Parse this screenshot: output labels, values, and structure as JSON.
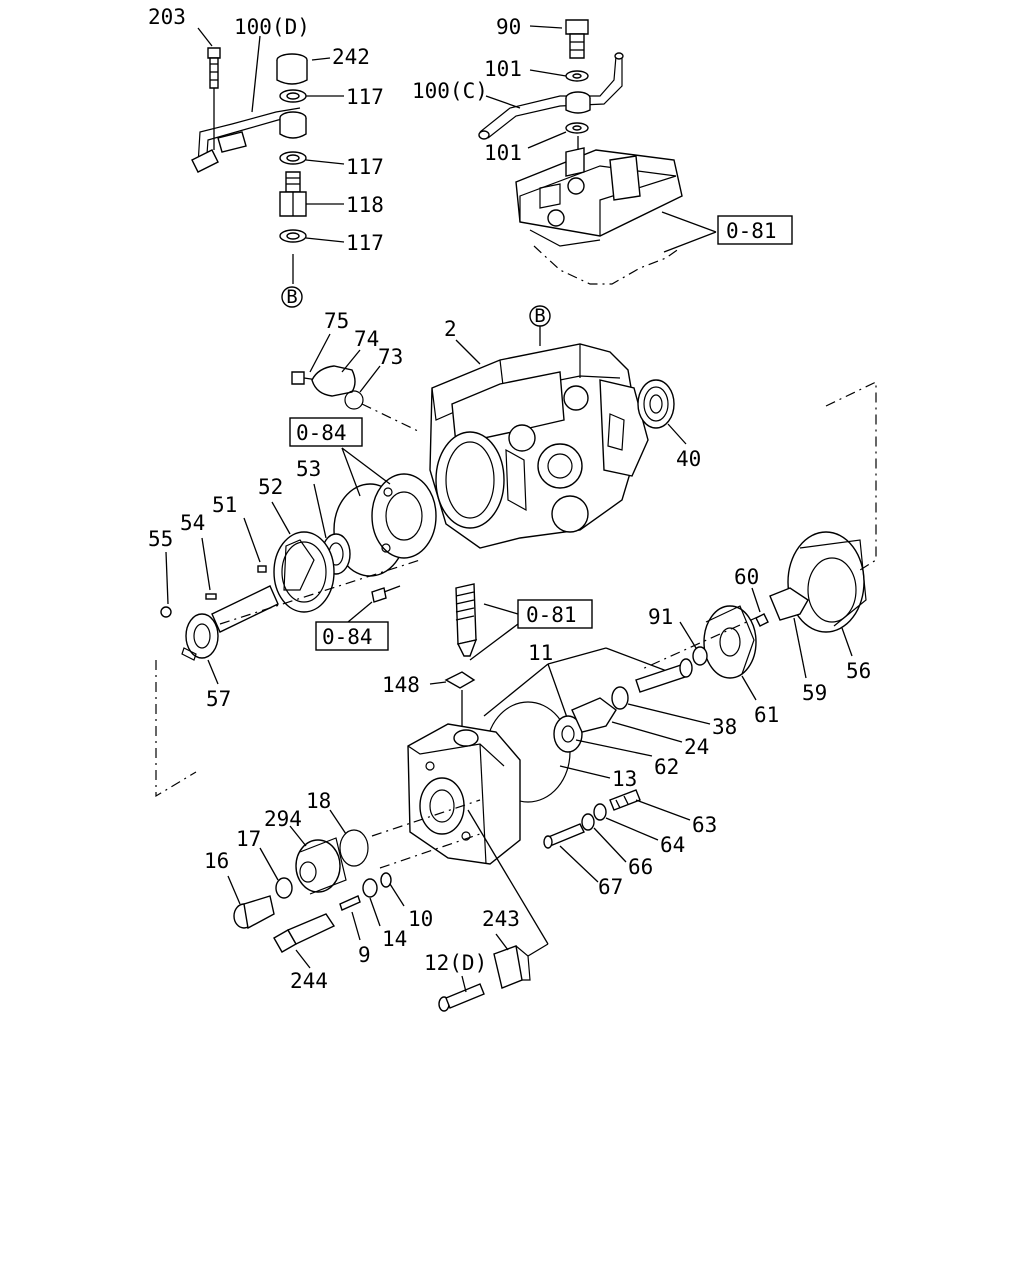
{
  "labels": {
    "p203": "203",
    "p100d": "100(D)",
    "p242": "242",
    "p117a": "117",
    "p117b": "117",
    "p118": "118",
    "p117c": "117",
    "pBtop": "B",
    "p90": "90",
    "p101a": "101",
    "p100c": "100(C)",
    "p101b": "101",
    "ref081a": "0-81",
    "p75": "75",
    "p74": "74",
    "p73": "73",
    "p2": "2",
    "pBmid": "B",
    "p40": "40",
    "ref084a": "0-84",
    "p53": "53",
    "p52": "52",
    "p51": "51",
    "p54": "54",
    "p55": "55",
    "ref084b": "0-84",
    "p57": "57",
    "ref081b": "0-81",
    "p91": "91",
    "p60": "60",
    "p56": "56",
    "p59": "59",
    "p61": "61",
    "p11": "11",
    "p148": "148",
    "p38": "38",
    "p24": "24",
    "p62": "62",
    "p13": "13",
    "p18": "18",
    "p294": "294",
    "p17": "17",
    "p16": "16",
    "p63": "63",
    "p64": "64",
    "p66": "66",
    "p67": "67",
    "p10": "10",
    "p14": "14",
    "p9": "9",
    "p244": "244",
    "p243": "243",
    "p12d": "12(D)"
  }
}
